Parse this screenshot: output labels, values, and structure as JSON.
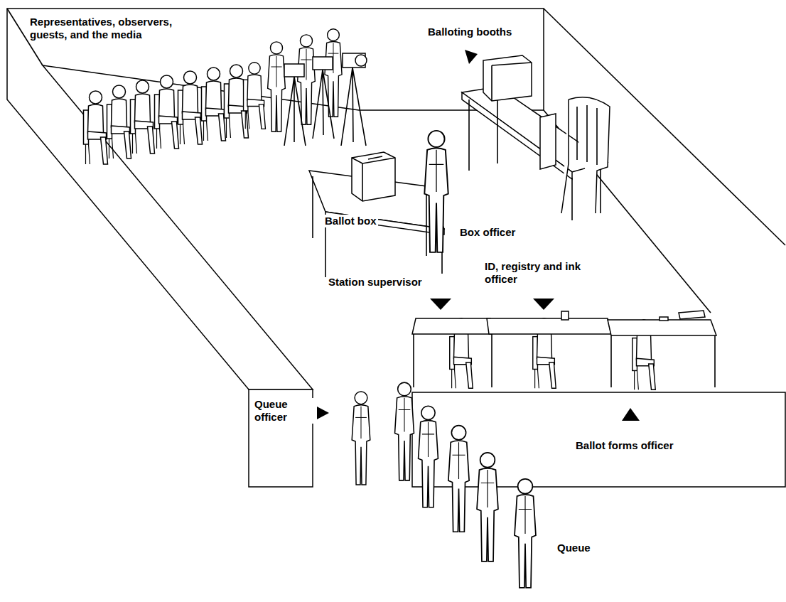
{
  "diagram": {
    "labels": [
      "Representatives, observers, guests, and the media",
      "Balloting booths",
      "Ballot box",
      "Box officer",
      "Station supervisor",
      "ID, registry and ink officer",
      "Queue officer",
      "Ballot forms officer",
      "Queue"
    ]
  }
}
